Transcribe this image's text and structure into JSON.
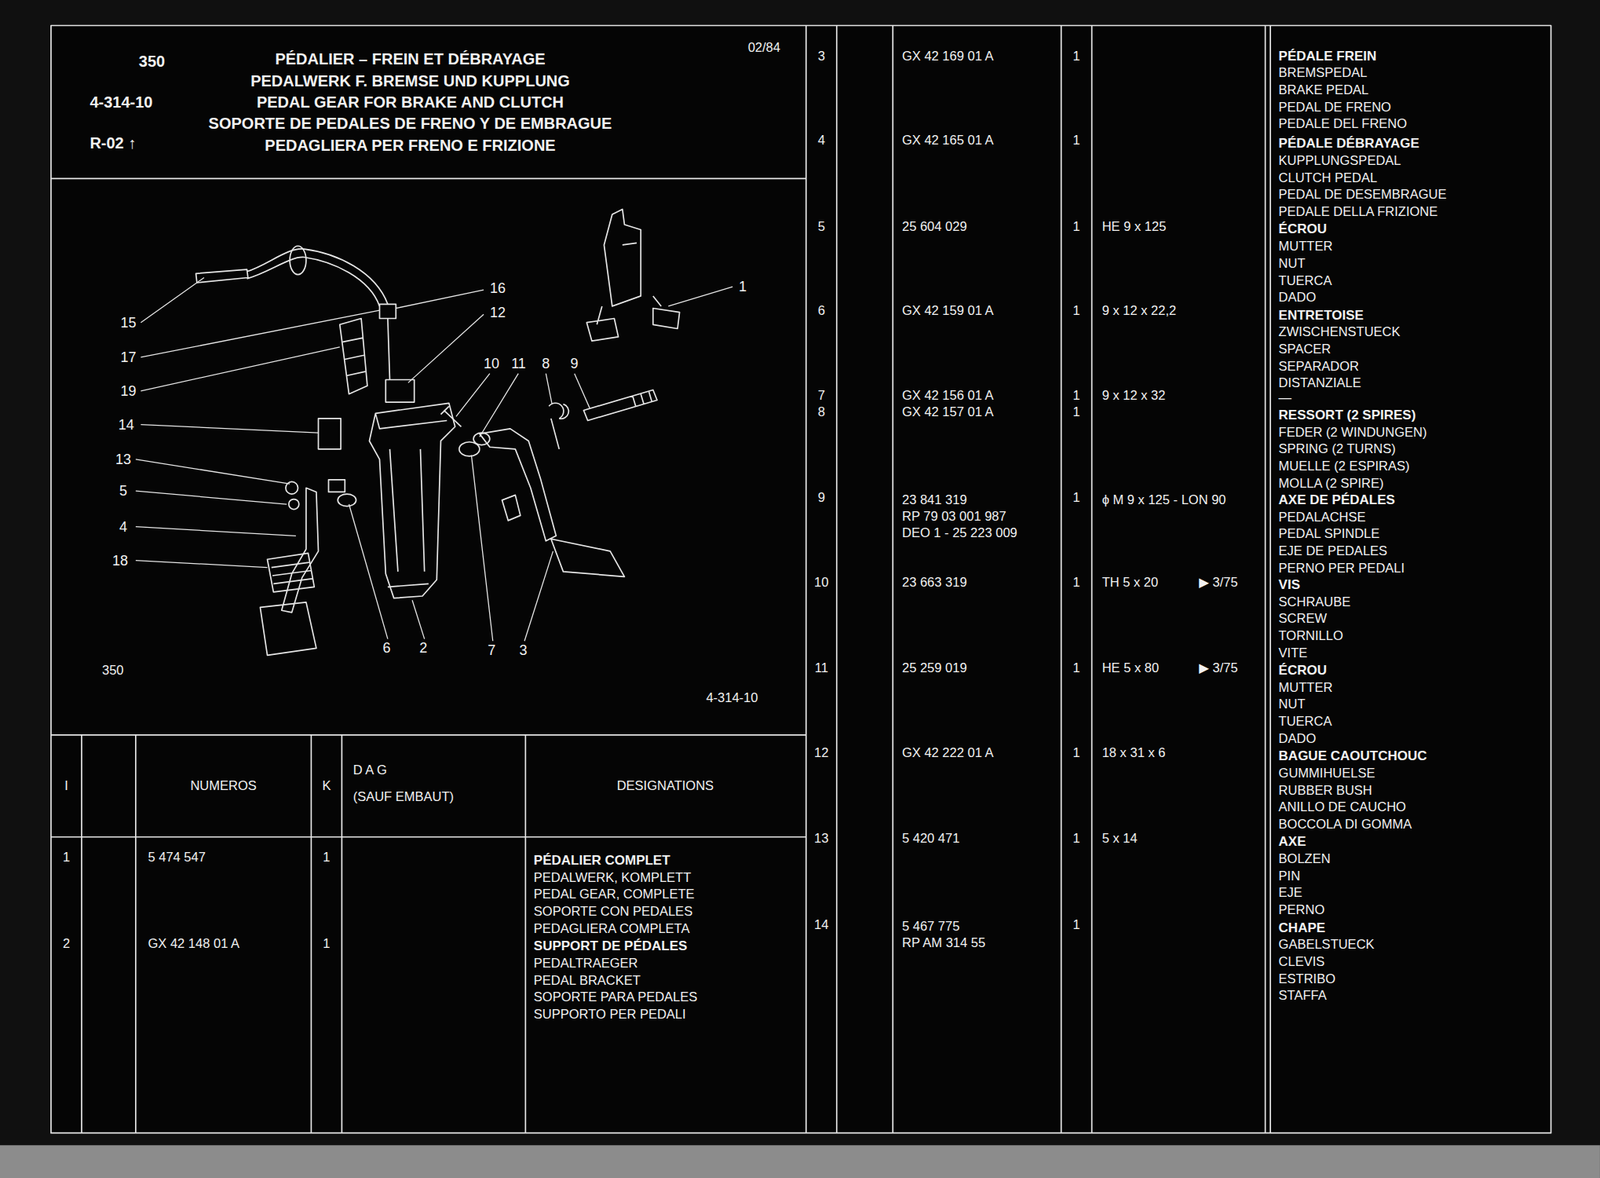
{
  "diagram": {
    "title": "PÉDALIER – FREIN ET DÉBRAYAGE",
    "labels": [
      "PEDALWERK F. BREMSE UND KUPPLUNG",
      "PEDAL GEAR FOR BRAKE AND CLUTCH",
      "SOPORTE DE PEDALES DE FRENO Y DE EMBRAGUE",
      "PEDAGLIERA PER FRENO E FRIZIONE",
      "350",
      "4-314-10",
      "R-02 ↑",
      "02/84",
      "15",
      "17",
      "19",
      "14",
      "13",
      "5",
      "4",
      "18",
      "16",
      "12",
      "10",
      "11",
      "8",
      "9",
      "1",
      "6",
      "2",
      "7",
      "3",
      "350",
      "4-314-10",
      "I",
      "NUMEROS",
      "K",
      "D A G",
      "(SAUF EMBAUT)",
      "DESIGNATIONS",
      "1",
      "5 474 547",
      "1",
      "PÉDALIER COMPLET",
      "PEDALWERK, KOMPLETT",
      "PEDAL GEAR, COMPLETE",
      "SOPORTE CON PEDALES",
      "PEDAGLIERA COMPLETA",
      "2",
      "GX 42 148 01 A",
      "1",
      "SUPPORT DE PÉDALES",
      "PEDALTRAEGER",
      "PEDAL BRACKET",
      "SOPORTE PARA PEDALES",
      "SUPPORTO PER PEDALI",
      "3",
      "GX 42 169 01 A",
      "1",
      "PÉDALE FREIN",
      "BREMSPEDAL",
      "BRAKE PEDAL",
      "PEDAL DE FRENO",
      "PEDALE DEL FRENO",
      "4",
      "GX 42 165 01 A",
      "1",
      "PÉDALE DÉBRAYAGE",
      "KUPPLUNGSPEDAL",
      "CLUTCH PEDAL",
      "PEDAL DE DESEMBRAGUE",
      "PEDALE DELLA FRIZIONE",
      "5",
      "25 604 029",
      "1",
      "HE 9 x 125",
      "ÉCROU",
      "MUTTER",
      "NUT",
      "TUERCA",
      "DADO",
      "6",
      "GX 42 159 01 A",
      "1",
      "9 x 12 x 22,2",
      "ENTRETOISE",
      "ZWISCHENSTUECK",
      "SPACER",
      "SEPARADOR",
      "DISTANZIALE",
      "7",
      "GX 42 156 01 A",
      "1",
      "9 x 12 x 32",
      "—",
      "8",
      "GX 42 157 01 A",
      "1",
      "RESSORT (2 SPIRES)",
      "FEDER (2 WINDUNGEN)",
      "SPRING (2 TURNS)",
      "MUELLE (2 ESPIRAS)",
      "MOLLA (2 SPIRE)",
      "9",
      "23 841 319",
      "RP 79 03 001 987",
      "DEO 1 - 25 223 009",
      "1",
      "ϕ M 9 x 125 - LON 90",
      "AXE DE PÉDALES",
      "PEDALACHSE",
      "PEDAL SPINDLE",
      "EJE DE PEDALES",
      "PERNO PER PEDALI",
      "10",
      "23 663 319",
      "1",
      "TH 5 x 20",
      "▶ 3/75",
      "VIS",
      "SCHRAUBE",
      "SCREW",
      "TORNILLO",
      "VITE",
      "11",
      "25 259 019",
      "1",
      "HE 5 x 80",
      "▶ 3/75",
      "ÉCROU",
      "MUTTER",
      "NUT",
      "TUERCA",
      "DADO",
      "12",
      "GX 42 222 01 A",
      "1",
      "18 x 31 x 6",
      "BAGUE CAOUTCHOUC",
      "GUMMIHUELSE",
      "RUBBER BUSH",
      "ANILLO DE CAUCHO",
      "BOCCOLA DI GOMMA",
      "13",
      "5 420 471",
      "1",
      "5 x 14",
      "AXE",
      "BOLZEN",
      "PIN",
      "EJE",
      "PERNO",
      "14",
      "5 467 775",
      "RP AM 314 55",
      "1",
      "CHAPE",
      "GABELSTUECK",
      "CLEVIS",
      "ESTRIBO",
      "STAFFA"
    ]
  }
}
